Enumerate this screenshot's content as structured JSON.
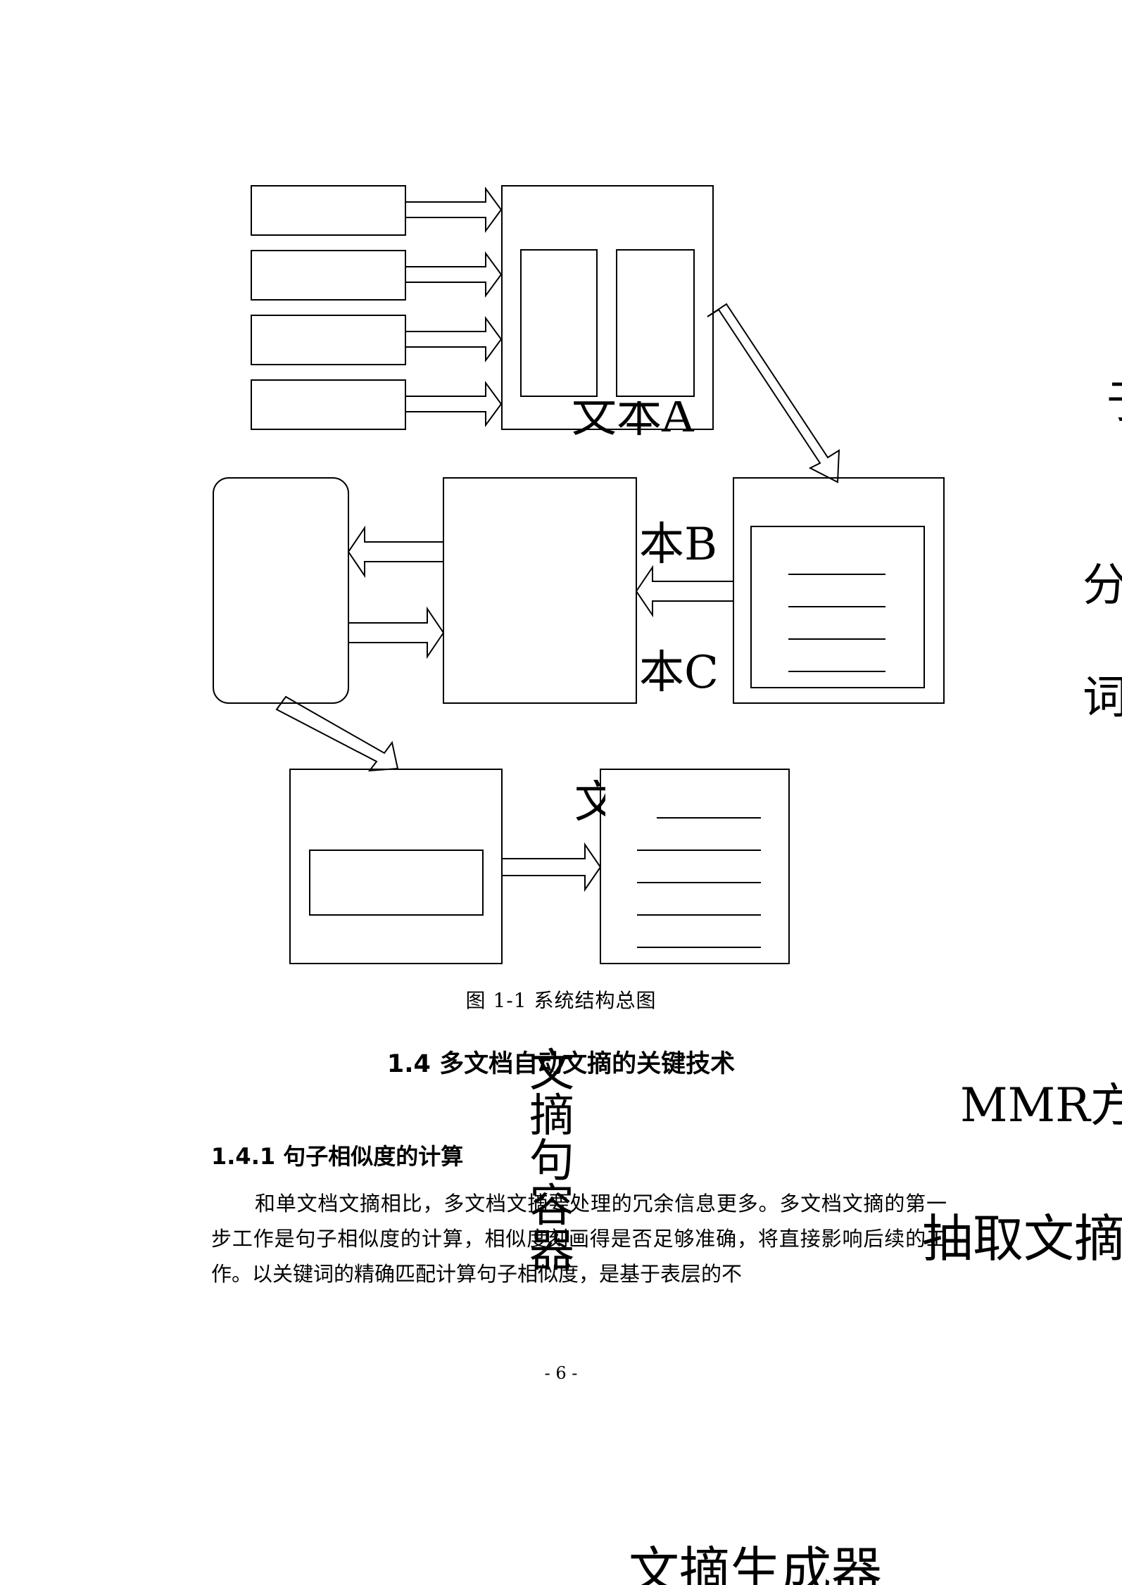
{
  "figure": {
    "caption": "图 1-1  系统结构总图",
    "overlay_labels": {
      "text_a": "文本A",
      "text_b": "本B",
      "text_c": "本C",
      "wen": "文",
      "right_fen": "分",
      "right_ci": "词",
      "right_edge_1": "于"
    }
  },
  "floating_labels": {
    "summary_container_vertical": "文摘句容器",
    "mmr_method": "MMR方",
    "extract_text": "抽取文摘",
    "summary_generator": "文摘生成器"
  },
  "section": {
    "title": "1.4 多文档自动文摘的关键技术",
    "subsection_title": "1.4.1 句子相似度的计算",
    "paragraph": "和单文档文摘相比，多文档文摘要处理的冗余信息更多。多文档文摘的第一步工作是句子相似度的计算，相似度刻画得是否足够准确，将直接影响后续的工作。以关键词的精确匹配计算句子相似度，是基于表层的不"
  },
  "page_number": "- 6 -"
}
